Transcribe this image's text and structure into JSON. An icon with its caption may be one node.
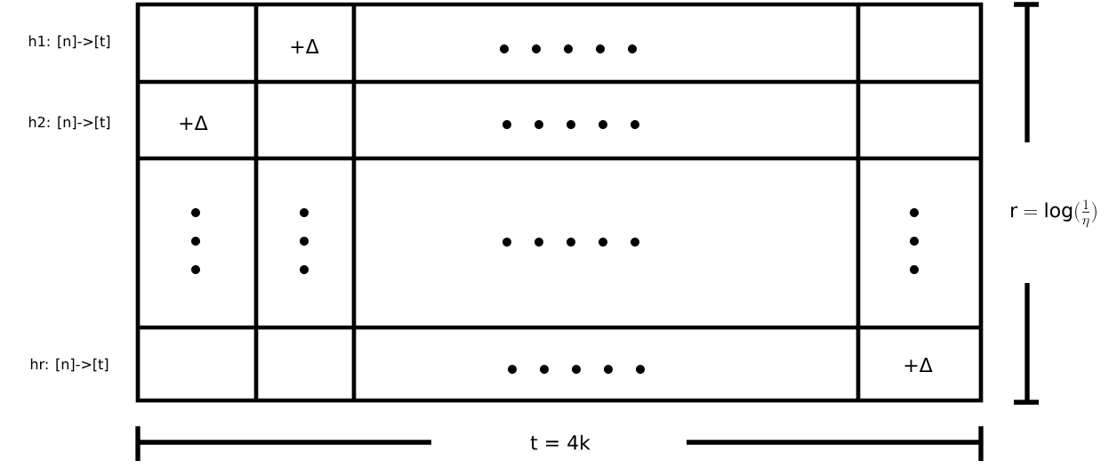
{
  "diagram": {
    "labels": [
      "h1: [n]->[t]",
      "+Δ",
      "h2: [n]->[t]",
      "+Δ",
      "hr: [n]->[t]",
      "+Δ",
      "\\mathrm{r} = \\log(\\tfrac{1}{\\eta})",
      "t = 4k"
    ]
  }
}
